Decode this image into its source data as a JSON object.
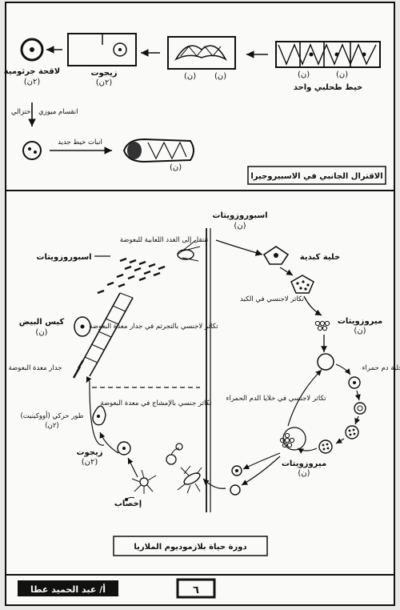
{
  "top": {
    "filament_label": "خيط طحلبي واحد",
    "zygospore_label": "لاقحة جرثومية",
    "zygospore_ploidy": "(٢ن)",
    "zygote_label": "زيجوت",
    "zygote_ploidy": "(٢ن)",
    "n": "(ن)",
    "meiosis_label": "انقسام ميوزي",
    "meiosis_side": "اختزالي",
    "germination_label": "انبات خيط جديد",
    "section_title": "الاقترال الجانبي في الاسبيروجيرا"
  },
  "malaria": {
    "sporozoites_top": "اسبوروزويتات",
    "sporozoites_top_ploidy": "(ن)",
    "liver_cell": "خلية كبدية",
    "asexual_liver": "تكاثر لاجنسي في الكبد",
    "merozoites_1": "ميروزويتات",
    "merozoites_1_ploidy": "(ن)",
    "rbc": "خلية دم حمراء",
    "asexual_rbc": "تكاثر لاجنسي في خلايا الدم الحمراء",
    "merozoites_2": "ميروزويتات",
    "merozoites_2_ploidy": "(ن)",
    "salivary": "تنتقل إلى الغدد اللعابية للبعوضة",
    "sporozoites_left": "اسبوروزويتات",
    "egg_sac": "كيس البيض",
    "egg_sac_ploidy": "(ن)",
    "asexual_gut": "تكاثر لاجنسي بالتجرثم في جدار معدة البعوضة",
    "gut_wall": "جدار معدة البعوضة",
    "sexual": "تكاثر جنسي بالإمشاج في معدة البعوضة",
    "ookinete": "طور حركي (أووكينيت)",
    "ookinete_ploidy": "(٢ن)",
    "zygote": "زيجوت",
    "zygote_ploidy": "(٢ن)",
    "fertilization": "إخصاب",
    "caption": "دورة حياة بلازموديوم الملاريا"
  },
  "footer": {
    "author": "أ/ عبد الحميد عطا",
    "page": "٦"
  }
}
